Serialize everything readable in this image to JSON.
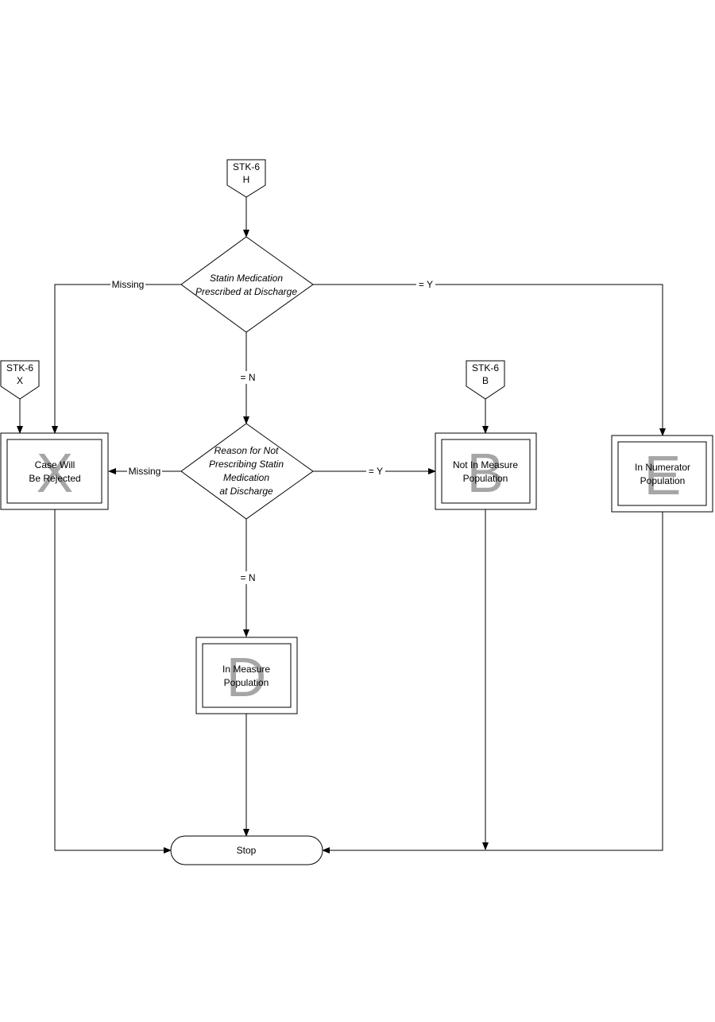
{
  "connectors": {
    "top": {
      "line1": "STK-6",
      "line2": "H"
    },
    "left": {
      "line1": "STK-6",
      "line2": "X"
    },
    "mid": {
      "line1": "STK-6",
      "line2": "B"
    }
  },
  "decisions": {
    "statin": [
      "Statin Medication",
      "Prescribed at Discharge"
    ],
    "reason": [
      "Reason for Not",
      "Prescribing Statin",
      "Medication",
      "at Discharge"
    ]
  },
  "outcomes": {
    "x": {
      "letter": "X",
      "lines": [
        "Case Will",
        "Be Rejected"
      ]
    },
    "b": {
      "letter": "B",
      "lines": [
        "Not In Measure",
        "Population"
      ]
    },
    "e": {
      "letter": "E",
      "lines": [
        "In Numerator",
        "Population"
      ]
    },
    "d": {
      "letter": "D",
      "lines": [
        "In Measure",
        "Population"
      ]
    }
  },
  "terminal": {
    "stop": "Stop"
  },
  "edge_labels": {
    "statin_missing": "Missing",
    "statin_yes": "= Y",
    "statin_no": "= N",
    "reason_missing": "Missing",
    "reason_yes": "= Y",
    "reason_no": "= N"
  }
}
